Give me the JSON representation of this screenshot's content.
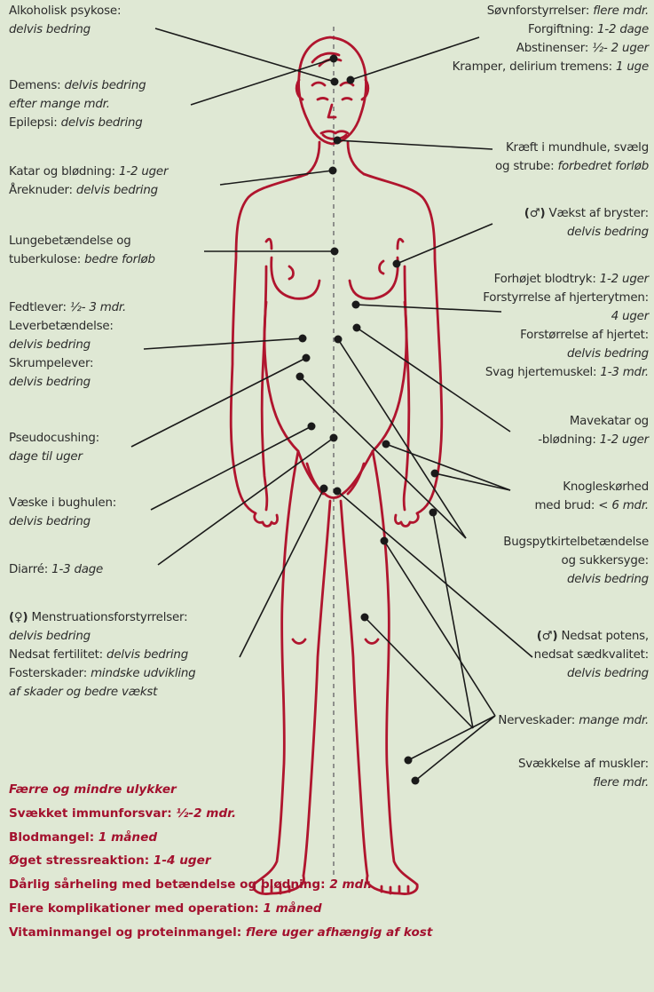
{
  "colors": {
    "background": "#dfe8d4",
    "body_outline": "#b0152e",
    "leader_line": "#1a1a1a",
    "footer_text": "#a3112e"
  },
  "labels_left": [
    {
      "id": "psykose",
      "lines": [
        {
          "a": "Alkoholisk psykose:",
          "b": ""
        },
        {
          "a": "",
          "b": "delvis bedring"
        }
      ]
    },
    {
      "id": "demens",
      "lines": [
        {
          "a": "Demens: ",
          "b": "delvis bedring"
        },
        {
          "a": "",
          "b": "efter mange mdr."
        },
        {
          "a": "Epilepsi: ",
          "b": "delvis bedring"
        }
      ]
    },
    {
      "id": "katar",
      "lines": [
        {
          "a": "Katar og blødning: ",
          "b": "1-2 uger"
        },
        {
          "a": "Åreknuder: ",
          "b": "delvis bedring"
        }
      ]
    },
    {
      "id": "lunge",
      "lines": [
        {
          "a": "Lungebetændelse og",
          "b": ""
        },
        {
          "a": "tuberkulose: ",
          "b": "bedre forløb"
        }
      ]
    },
    {
      "id": "lever",
      "lines": [
        {
          "a": "Fedtlever: ",
          "b": "½- 3 mdr."
        },
        {
          "a": "Leverbetændelse:",
          "b": ""
        },
        {
          "a": "",
          "b": "delvis bedring"
        },
        {
          "a": "Skrumpelever:",
          "b": ""
        },
        {
          "a": "",
          "b": "delvis bedring"
        }
      ]
    },
    {
      "id": "pseudo",
      "lines": [
        {
          "a": "Pseudocushing:",
          "b": ""
        },
        {
          "a": "",
          "b": "dage til uger"
        }
      ]
    },
    {
      "id": "vaeske",
      "lines": [
        {
          "a": "Væske i bughulen:",
          "b": ""
        },
        {
          "a": "",
          "b": "delvis bedring"
        }
      ]
    },
    {
      "id": "diarre",
      "lines": [
        {
          "a": "Diarré: ",
          "b": "1-3 dage"
        }
      ]
    },
    {
      "id": "menstr",
      "sym": "(♀)",
      "lines": [
        {
          "a": " Menstruationsforstyrrelser:",
          "b": ""
        },
        {
          "a": "",
          "b": "delvis bedring"
        },
        {
          "a": "Nedsat fertilitet: ",
          "b": "delvis bedring"
        },
        {
          "a": "Fosterskader: ",
          "b": "mindske udvikling"
        },
        {
          "a": "",
          "b": "af skader og bedre vækst"
        }
      ]
    }
  ],
  "labels_right": [
    {
      "id": "soevn",
      "lines": [
        {
          "a": "Søvnforstyrrelser: ",
          "b": "flere mdr."
        },
        {
          "a": "Forgiftning: ",
          "b": "1-2 dage"
        },
        {
          "a": "Abstinenser: ",
          "b": "½- 2 uger"
        },
        {
          "a": "Kramper, delirium tremens: ",
          "b": "1 uge"
        }
      ]
    },
    {
      "id": "kraeft",
      "lines": [
        {
          "a": "Kræft i mundhule, svælg",
          "b": ""
        },
        {
          "a": "og strube: ",
          "b": "forbedret forløb"
        }
      ]
    },
    {
      "id": "bryster",
      "sym": "(♂)",
      "lines": [
        {
          "a": " Vækst af bryster:",
          "b": ""
        },
        {
          "a": "",
          "b": "delvis bedring"
        }
      ]
    },
    {
      "id": "hjerte",
      "lines": [
        {
          "a": "Forhøjet blodtryk: ",
          "b": "1-2 uger"
        },
        {
          "a": "Forstyrrelse af hjerterytmen:",
          "b": ""
        },
        {
          "a": "",
          "b": "4 uger"
        },
        {
          "a": "Forstørrelse af hjertet:",
          "b": ""
        },
        {
          "a": "",
          "b": "delvis bedring"
        },
        {
          "a": "Svag hjertemuskel: ",
          "b": "1-3 mdr."
        }
      ]
    },
    {
      "id": "mave",
      "lines": [
        {
          "a": "Mavekatar og",
          "b": ""
        },
        {
          "a": "-blødning: ",
          "b": "1-2 uger"
        }
      ]
    },
    {
      "id": "knogle",
      "lines": [
        {
          "a": "Knogleskørhed",
          "b": ""
        },
        {
          "a": "med brud: ",
          "b": "< 6 mdr."
        }
      ]
    },
    {
      "id": "bugspyt",
      "lines": [
        {
          "a": "Bugspytkirtelbetændelse",
          "b": ""
        },
        {
          "a": "og sukkersyge:",
          "b": ""
        },
        {
          "a": "",
          "b": "delvis bedring"
        }
      ]
    },
    {
      "id": "potens",
      "sym": "(♂)",
      "lines": [
        {
          "a": " Nedsat potens,",
          "b": ""
        },
        {
          "a": "nedsat sædkvalitet:",
          "b": ""
        },
        {
          "a": "",
          "b": "delvis bedring"
        }
      ]
    },
    {
      "id": "nerve",
      "lines": [
        {
          "a": "Nerveskader: ",
          "b": "mange mdr."
        }
      ]
    },
    {
      "id": "muskler",
      "lines": [
        {
          "a": "Svækkelse af muskler:",
          "b": ""
        },
        {
          "a": "",
          "b": "flere mdr."
        }
      ]
    }
  ],
  "footer": [
    {
      "a": "",
      "b": "Færre og mindre ulykker"
    },
    {
      "a": "Svækket immunforsvar: ",
      "b": "½-2 mdr."
    },
    {
      "a": "Blodmangel: ",
      "b": "1 måned"
    },
    {
      "a": "Øget stressreaktion: ",
      "b": "1-4 uger"
    },
    {
      "a": "Dårlig sårheling med betændelse og blødning: ",
      "b": "2 mdr."
    },
    {
      "a": "Flere komplikationer med operation: ",
      "b": "1 måned"
    },
    {
      "a": "Vitaminmangel og proteinmangel: ",
      "b": "flere uger afhængig af kost"
    }
  ]
}
